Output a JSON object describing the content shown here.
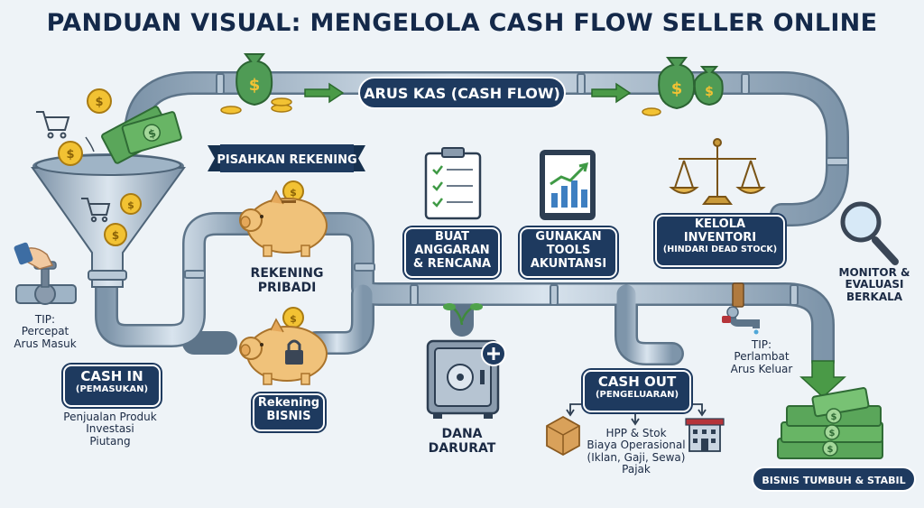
{
  "title": "PANDUAN VISUAL: MENGELOLA CASH FLOW SELLER ONLINE",
  "banners": {
    "arus_kas": "ARUS KAS (CASH FLOW)",
    "pisahkan": "PISAHKAN REKENING",
    "tumbuh": "BISNIS TUMBUH & STABIL"
  },
  "cash_in": {
    "title": "CASH IN",
    "subtitle": "(PEMASUKAN)",
    "items": [
      "Penjualan Produk",
      "Investasi",
      "Piutang"
    ]
  },
  "tip_in": {
    "line1": "TIP:",
    "line2": "Percepat",
    "line3": "Arus Masuk"
  },
  "rekening_pribadi": {
    "line1": "REKENING",
    "line2": "PRIBADI"
  },
  "rekening_bisnis": {
    "line1": "Rekening",
    "line2": "BISNIS"
  },
  "anggaran": {
    "line1": "BUAT",
    "line2": "ANGGARAN",
    "line3": "& RENCANA"
  },
  "tools": {
    "line1": "GUNAKAN",
    "line2": "TOOLS",
    "line3": "AKUNTANSI"
  },
  "inventori": {
    "line1": "KELOLA",
    "line2": "INVENTORI",
    "line3": "(HINDARI DEAD STOCK)"
  },
  "monitor": {
    "line1": "MONITOR &",
    "line2": "EVALUASI",
    "line3": "BERKALA"
  },
  "tip_out": {
    "line1": "TIP:",
    "line2": "Perlambat",
    "line3": "Arus Keluar"
  },
  "dana": {
    "line1": "DANA",
    "line2": "DARURAT"
  },
  "cash_out": {
    "title": "CASH OUT",
    "subtitle": "(PENGELUARAN)",
    "items": [
      "HPP & Stok",
      "Biaya Operasional",
      "(Iklan, Gaji, Sewa)",
      "Pajak"
    ]
  },
  "colors": {
    "navy": "#1e3a5f",
    "pipe": "#9fb4c6",
    "money": "#5aa65a",
    "gold": "#f2c233",
    "piggy": "#f0c27a"
  }
}
